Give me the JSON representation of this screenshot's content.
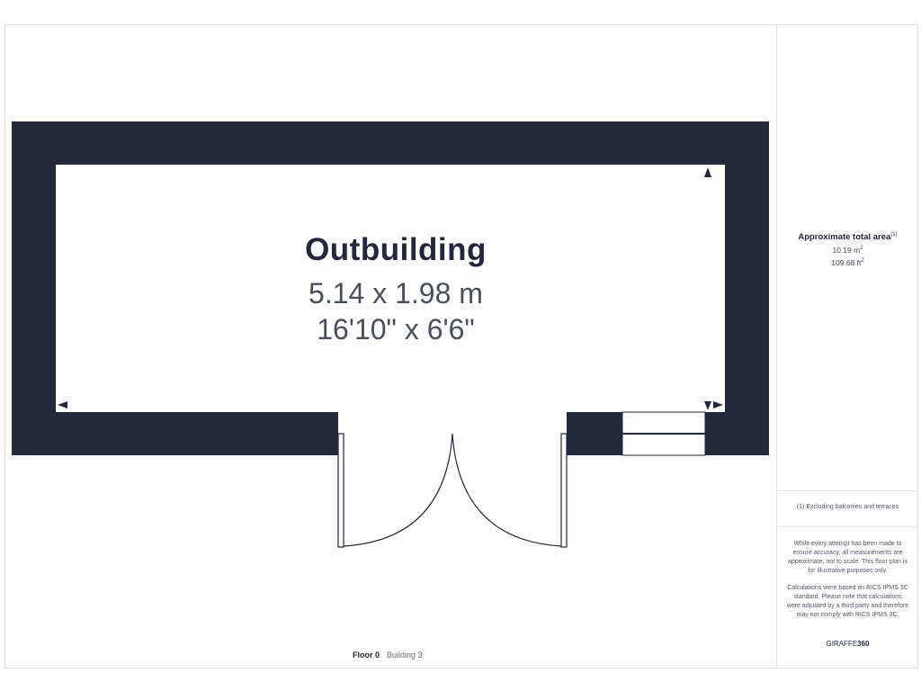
{
  "room": {
    "name": "Outbuilding",
    "metric": "5.14 x 1.98 m",
    "imperial": "16'10\" x 6'6\""
  },
  "area": {
    "title": "Approximate total area",
    "title_note": "(1)",
    "sqm": "10.19 m",
    "sqm_unit_sup": "2",
    "sqft": "109.68 ft",
    "sqft_unit_sup": "2"
  },
  "footnote": "(1) Excluding balconies and terraces",
  "disclaimer": {
    "para1": "While every attempt has been made to ensure accuracy, all measurements are approximate, not to scale. This floor plan is for illustrative purposes only.",
    "para2": "Calculations were based on RICS IPMS 3C standard. Please note that calculations were adjusted by a third party and therefore may not comply with RICS IPMS 3C."
  },
  "brand": {
    "prefix": "GIRAFFE",
    "suffix": "360"
  },
  "floor": {
    "label": "Floor 0",
    "building": "Building 3"
  },
  "colors": {
    "wall": "#23293a",
    "text": "#22283a"
  }
}
